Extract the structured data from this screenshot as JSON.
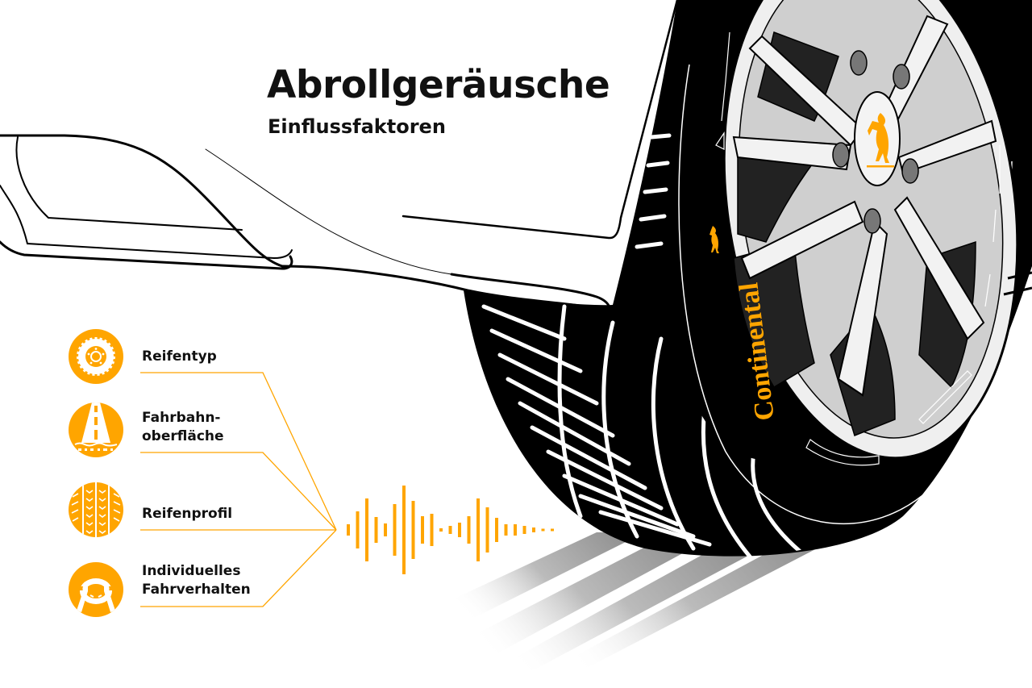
{
  "header": {
    "title": "Abrollgeräusche",
    "subtitle": "Einflussfaktoren"
  },
  "factors": [
    {
      "label": "Reifentyp",
      "icon": "tire-icon"
    },
    {
      "label_line1": "Fahrbahn-",
      "label_line2": "oberfläche",
      "icon": "road-surface-icon"
    },
    {
      "label": "Reifenprofil",
      "icon": "tread-pattern-icon"
    },
    {
      "label_line1": "Individuelles",
      "label_line2": "Fahrverhalten",
      "icon": "driver-steering-wheel-icon"
    }
  ],
  "brand": {
    "sidewall_text": "Continental",
    "logo": "rearing-horse-logo"
  },
  "colors": {
    "accent": "#FFA500",
    "text": "#111111",
    "tire": "#000000",
    "rim_light": "#EFEFEF",
    "rim_mid": "#C8C8C8",
    "rim_dark": "#222222"
  },
  "waveform": {
    "color": "#FFA500",
    "bar_heights": [
      14,
      46,
      78,
      32,
      16,
      64,
      110,
      72,
      34,
      40,
      4,
      10,
      18,
      34,
      78,
      56,
      30,
      14,
      14,
      10,
      6,
      3,
      3
    ]
  }
}
